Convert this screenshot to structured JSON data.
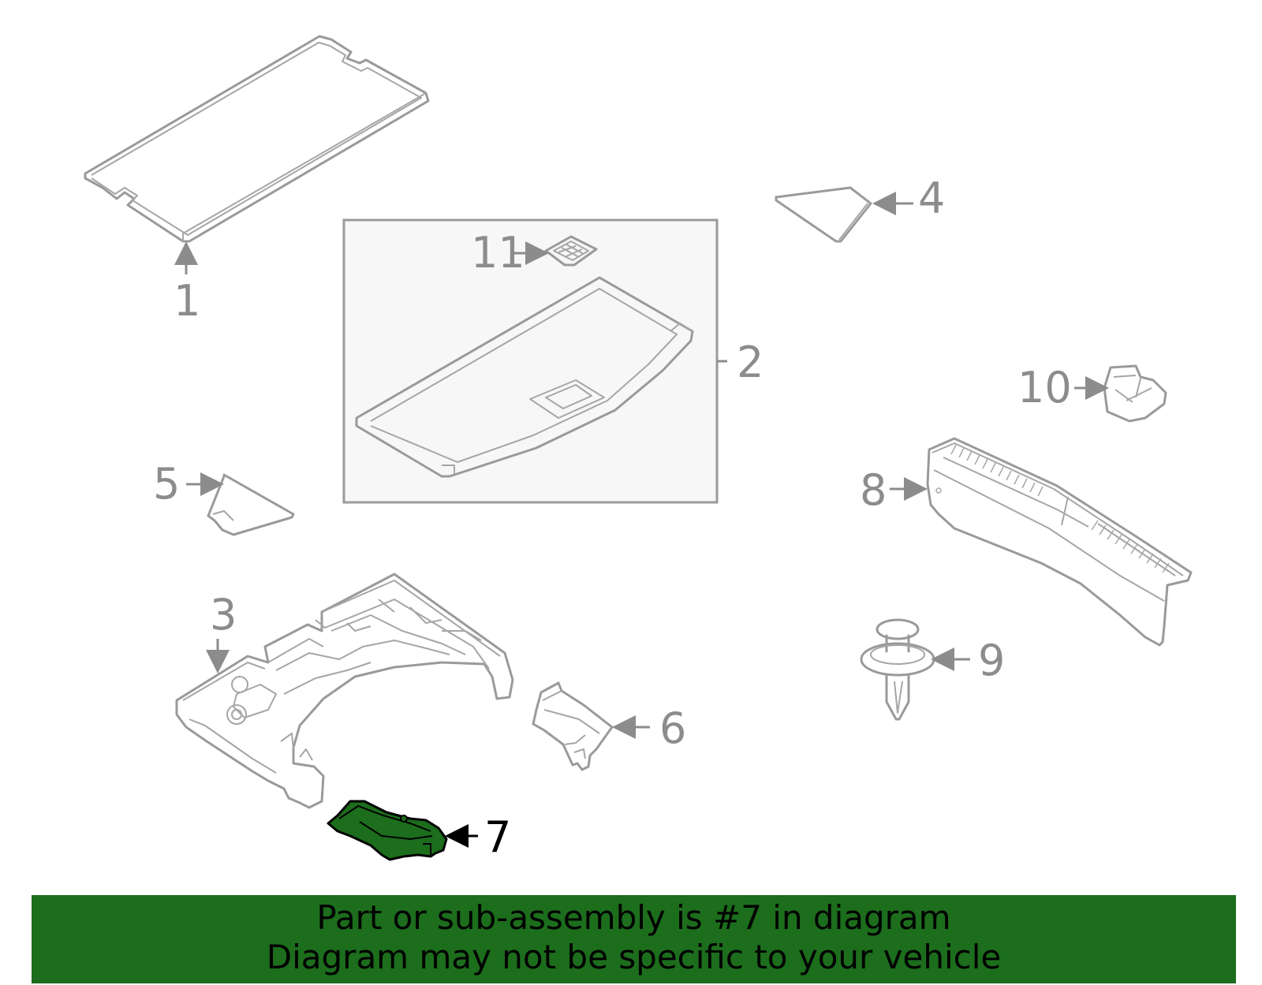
{
  "diagram": {
    "callouts": {
      "c1": "1",
      "c2": "2",
      "c3": "3",
      "c4": "4",
      "c5": "5",
      "c6": "6",
      "c7": "7",
      "c8": "8",
      "c9": "9",
      "c10": "10",
      "c11": "11"
    },
    "highlighted_part": "7",
    "highlight_color": "#1c6d1c",
    "line_color": "#9a9a9a"
  },
  "banner": {
    "line1": "Part or sub-assembly is #7 in diagram",
    "line2": "Diagram may not be specific to your vehicle",
    "background": "#1c6d1c"
  }
}
